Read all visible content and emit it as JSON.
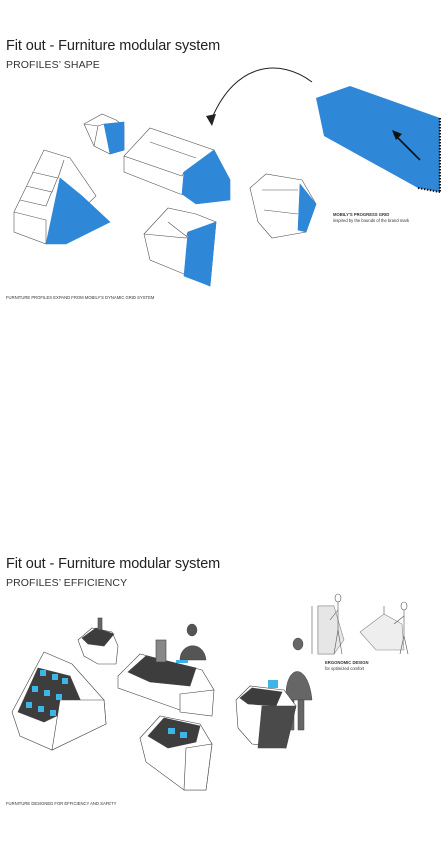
{
  "sections": [
    {
      "title": "Fit out - Furniture modular system",
      "subtitle": "PROFILES’ SHAPE",
      "caption": "FURNITURE PROFILES EXPAND FROM MOBILY'S DYNAMIC GRID SYSTEM",
      "note": {
        "heading": "MOBILY'S PROGRESS GRID",
        "text": "inspired by the bounds of the brand mark"
      }
    },
    {
      "title": "Fit out - Furniture modular system",
      "subtitle": "PROFILES’ EFFICIENCY",
      "caption": "FURNITURE DESIGNED FOR EFFICIENCY AND SAFETY",
      "note": {
        "heading": "ERGONOMIC DESIGN",
        "text": "for optimized comfort"
      }
    }
  ],
  "colors": {
    "accent_blue": "#2f87d8",
    "dark_gray": "#4a4a4a",
    "line": "#333333"
  }
}
